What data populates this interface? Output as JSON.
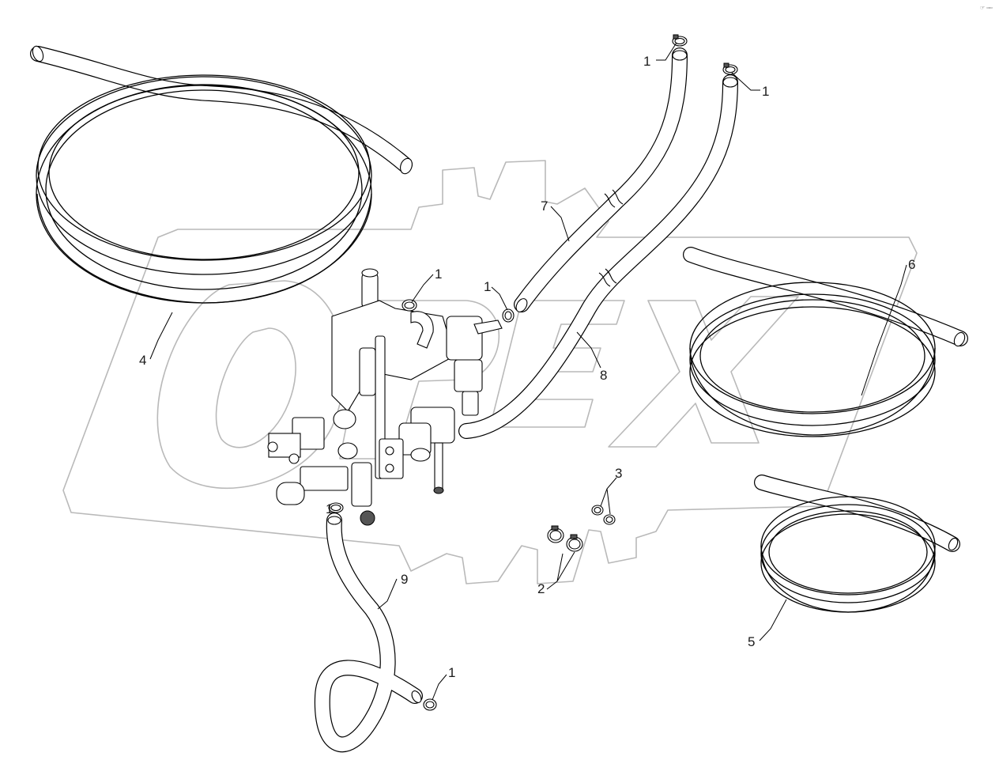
{
  "diagram": {
    "corner_mark": "☞ ▫▫▫",
    "watermark_text": "OPEX",
    "callouts": [
      {
        "id": "c1a",
        "label": "1"
      },
      {
        "id": "c1b",
        "label": "1"
      },
      {
        "id": "c1c",
        "label": "1"
      },
      {
        "id": "c1d",
        "label": "1"
      },
      {
        "id": "c1e",
        "label": "1"
      },
      {
        "id": "c2",
        "label": "2"
      },
      {
        "id": "c3",
        "label": "3"
      },
      {
        "id": "c4",
        "label": "4"
      },
      {
        "id": "c5",
        "label": "5"
      },
      {
        "id": "c6",
        "label": "6"
      },
      {
        "id": "c7",
        "label": "7"
      },
      {
        "id": "c8",
        "label": "8"
      },
      {
        "id": "c9",
        "label": "9"
      },
      {
        "id": "c1f",
        "label": "1"
      }
    ]
  }
}
